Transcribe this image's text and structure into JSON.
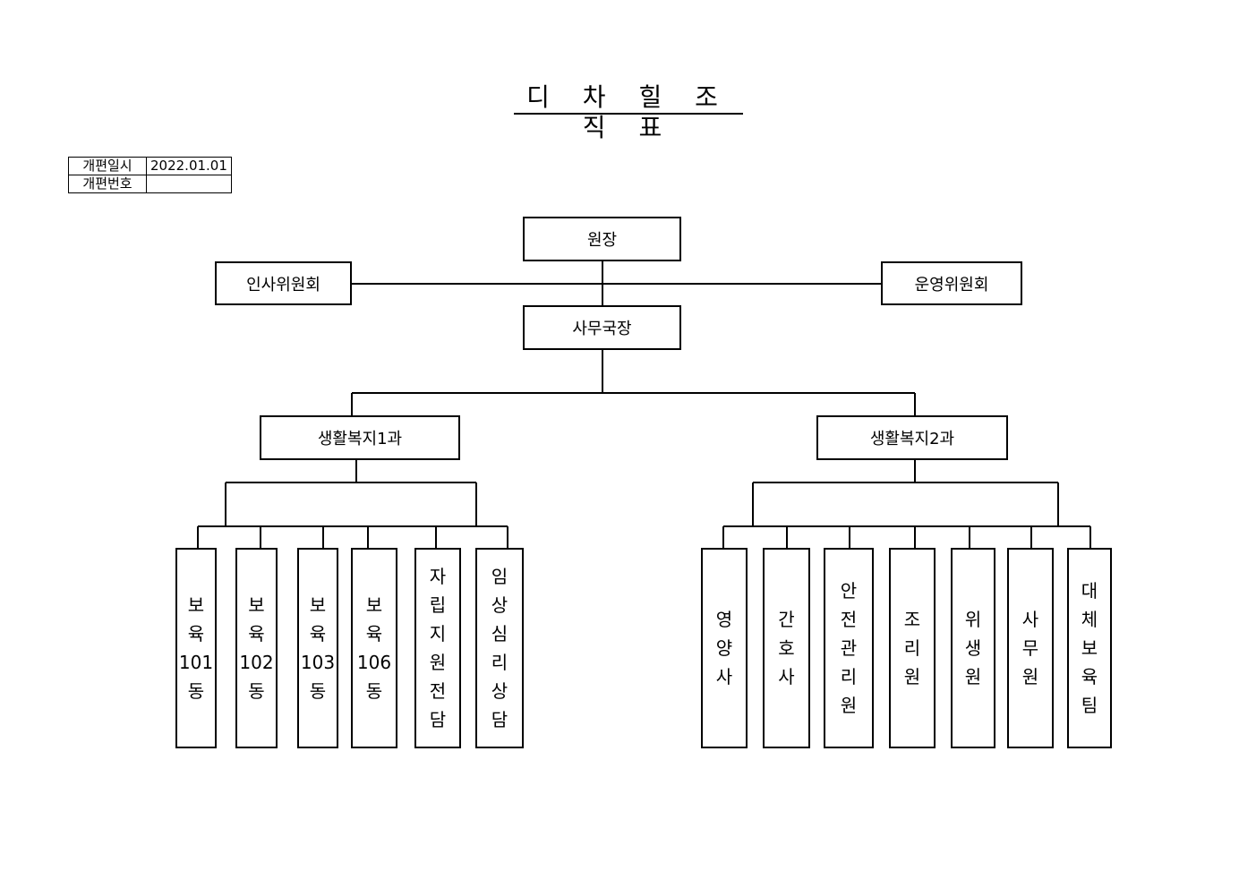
{
  "title": "디 차 힐 조 직 표",
  "meta": {
    "reorg_date_label": "개편일시",
    "reorg_date_value": "2022.01.01",
    "reorg_no_label": "개편번호",
    "reorg_no_value": ""
  },
  "org": {
    "director": "원장",
    "hr_committee": "인사위원회",
    "ops_committee": "운영위원회",
    "secretary_general": "사무국장",
    "dept1": {
      "name": "생활복지1과",
      "units": [
        [
          "보",
          "육",
          "101",
          "동"
        ],
        [
          "보",
          "육",
          "102",
          "동"
        ],
        [
          "보",
          "육",
          "103",
          "동"
        ],
        [
          "보",
          "육",
          "106",
          "동"
        ],
        [
          "자",
          "립",
          "지",
          "원",
          "전",
          "담"
        ],
        [
          "임",
          "상",
          "심",
          "리",
          "상",
          "담"
        ]
      ]
    },
    "dept2": {
      "name": "생활복지2과",
      "units": [
        [
          "영",
          "양",
          "사"
        ],
        [
          "간",
          "호",
          "사"
        ],
        [
          "안",
          "전",
          "관",
          "리",
          "원"
        ],
        [
          "조",
          "리",
          "원"
        ],
        [
          "위",
          "생",
          "원"
        ],
        [
          "사",
          "무",
          "원"
        ],
        [
          "대",
          "체",
          "보",
          "육",
          "팀"
        ]
      ]
    }
  }
}
